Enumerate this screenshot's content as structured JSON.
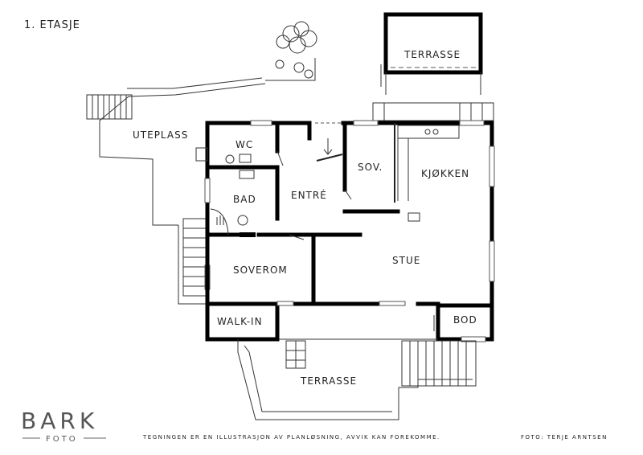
{
  "header": {
    "floor_title": "1. ETASJE"
  },
  "rooms": {
    "wc": "WC",
    "bad": "BAD",
    "entre": "ENTRÉ",
    "sov": "SOV.",
    "kjokken": "KJØKKEN",
    "stue": "STUE",
    "soverom": "SOVEROM",
    "walkin": "WALK-IN",
    "bod": "BOD",
    "uteplass": "UTEPLASS",
    "terrasse_top": "TERRASSE",
    "terrasse_bottom": "TERRASSE"
  },
  "footer": {
    "logo_main": "BARK",
    "logo_sub": "FOTO",
    "disclaimer": "TEGNINGEN ER EN ILLUSTRASJON AV PLANLØSNING, AVVIK KAN FOREKOMME.",
    "photo_credit": "FOTO:  TERJE ARNTSEN"
  }
}
